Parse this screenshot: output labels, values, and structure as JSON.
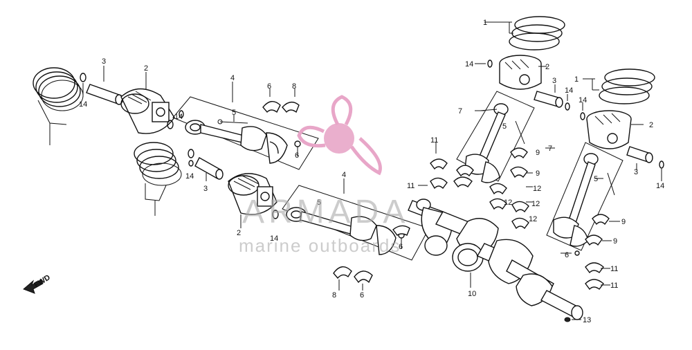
{
  "watermark": {
    "brand": "ARMADA",
    "tagline": "marine outboards",
    "logo_color": "#e8a6c8",
    "text_color": "#9e9e9e"
  },
  "direction_marker": "FWD",
  "part_numbers": [
    "1",
    "2",
    "3",
    "4",
    "5",
    "6",
    "7",
    "8",
    "9",
    "10",
    "11",
    "12",
    "13",
    "14"
  ],
  "colors": {
    "line": "#111111",
    "background": "#ffffff"
  }
}
